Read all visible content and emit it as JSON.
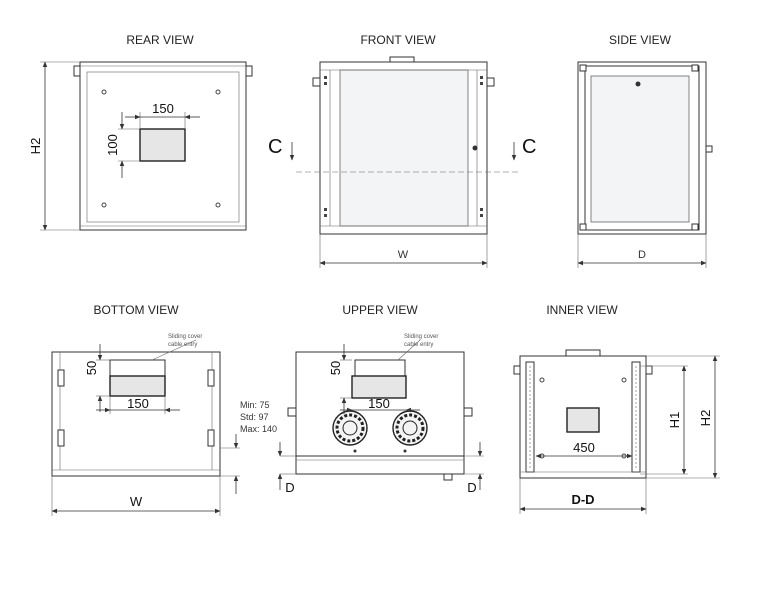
{
  "views": {
    "rear": {
      "title": "REAR VIEW",
      "dim_w": "150",
      "dim_h": "100",
      "dim_side": "H2"
    },
    "front": {
      "title": "FRONT VIEW",
      "dim_w": "W",
      "section": "C"
    },
    "side": {
      "title": "SIDE VIEW",
      "dim_d": "D"
    },
    "bottom": {
      "title": "BOTTOM VIEW",
      "dim_w": "150",
      "dim_h": "50",
      "dim_overall": "W",
      "note_line1": "Sliding cover",
      "note_line2": "cable entry"
    },
    "upper": {
      "title": "UPPER VIEW",
      "dim_w": "150",
      "dim_h": "50",
      "dim_d": "D",
      "note_line1": "Sliding cover",
      "note_line2": "cable entry",
      "range_min": "Min: 75",
      "range_std": "Std: 97",
      "range_max": "Max: 140"
    },
    "inner": {
      "title": "INNER VIEW",
      "dim_w": "450",
      "dim_h1": "H1",
      "dim_h2": "H2",
      "dim_dd": "D-D"
    }
  },
  "colors": {
    "line": "#444444",
    "glass": "#f2f4f6",
    "cutout": "#e6e6e6"
  }
}
